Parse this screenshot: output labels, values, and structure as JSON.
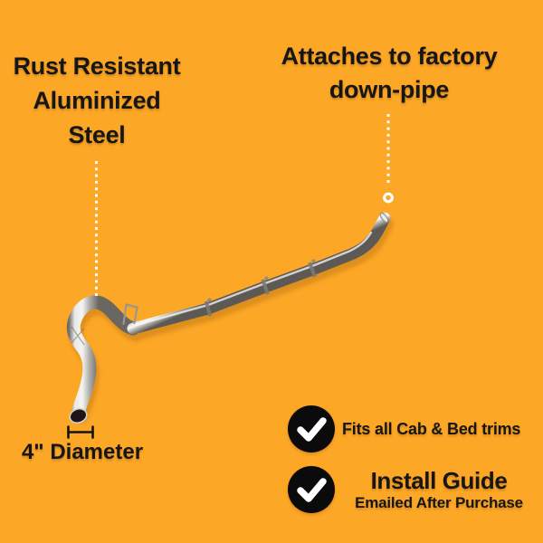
{
  "colors": {
    "background": "#FDA726",
    "heading_text": "#161616",
    "connector": "#FFFFFF",
    "badge_bg": "#0B0B0B",
    "check": "#FFFFFF",
    "pipe_highlight": "#F8F8F6",
    "pipe_shadow": "#5D5955"
  },
  "callouts": {
    "material": {
      "line1": "Rust Resistant",
      "line2": "Aluminized",
      "line3": "Steel"
    },
    "attachment": {
      "line1": "Attaches to factory",
      "line2": "down-pipe"
    },
    "diameter": {
      "label": "4\" Diameter"
    }
  },
  "features": {
    "fitment": {
      "label": "Fits all Cab & Bed trims"
    },
    "install": {
      "title": "Install Guide",
      "subtitle": "Emailed After Purchase"
    }
  }
}
